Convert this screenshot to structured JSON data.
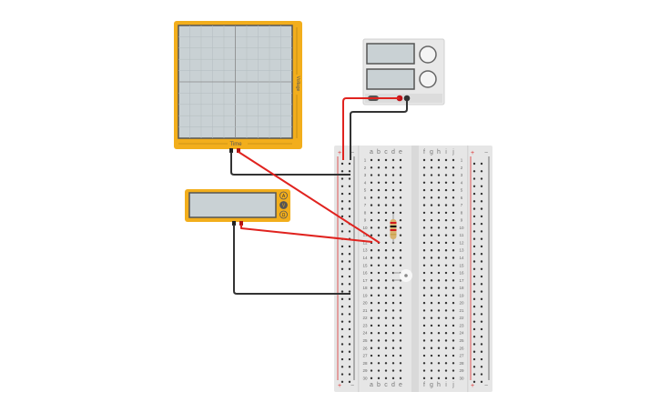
{
  "oscilloscope": {
    "x_label": "Time",
    "y_label": "Voltage"
  },
  "multimeter": {
    "buttons": [
      "A",
      "V",
      "Ω"
    ],
    "selected": "V"
  },
  "breadboard": {
    "columns_left": [
      "a",
      "b",
      "c",
      "d",
      "e"
    ],
    "columns_right": [
      "f",
      "g",
      "h",
      "i",
      "j"
    ],
    "rows": [
      "1",
      "2",
      "3",
      "4",
      "5",
      "6",
      "7",
      "8",
      "9",
      "10",
      "11",
      "12",
      "13",
      "14",
      "15",
      "16",
      "17",
      "18",
      "19",
      "20",
      "21",
      "22",
      "23",
      "24",
      "25",
      "26",
      "27",
      "28",
      "29",
      "30"
    ],
    "rail_plus": "+",
    "rail_minus": "−"
  },
  "colors": {
    "device_body": "#f2ae1c",
    "screen": "#c9d1d4",
    "wire_red": "#e0231f",
    "wire_black": "#333333",
    "board": "#e6e6e6"
  }
}
